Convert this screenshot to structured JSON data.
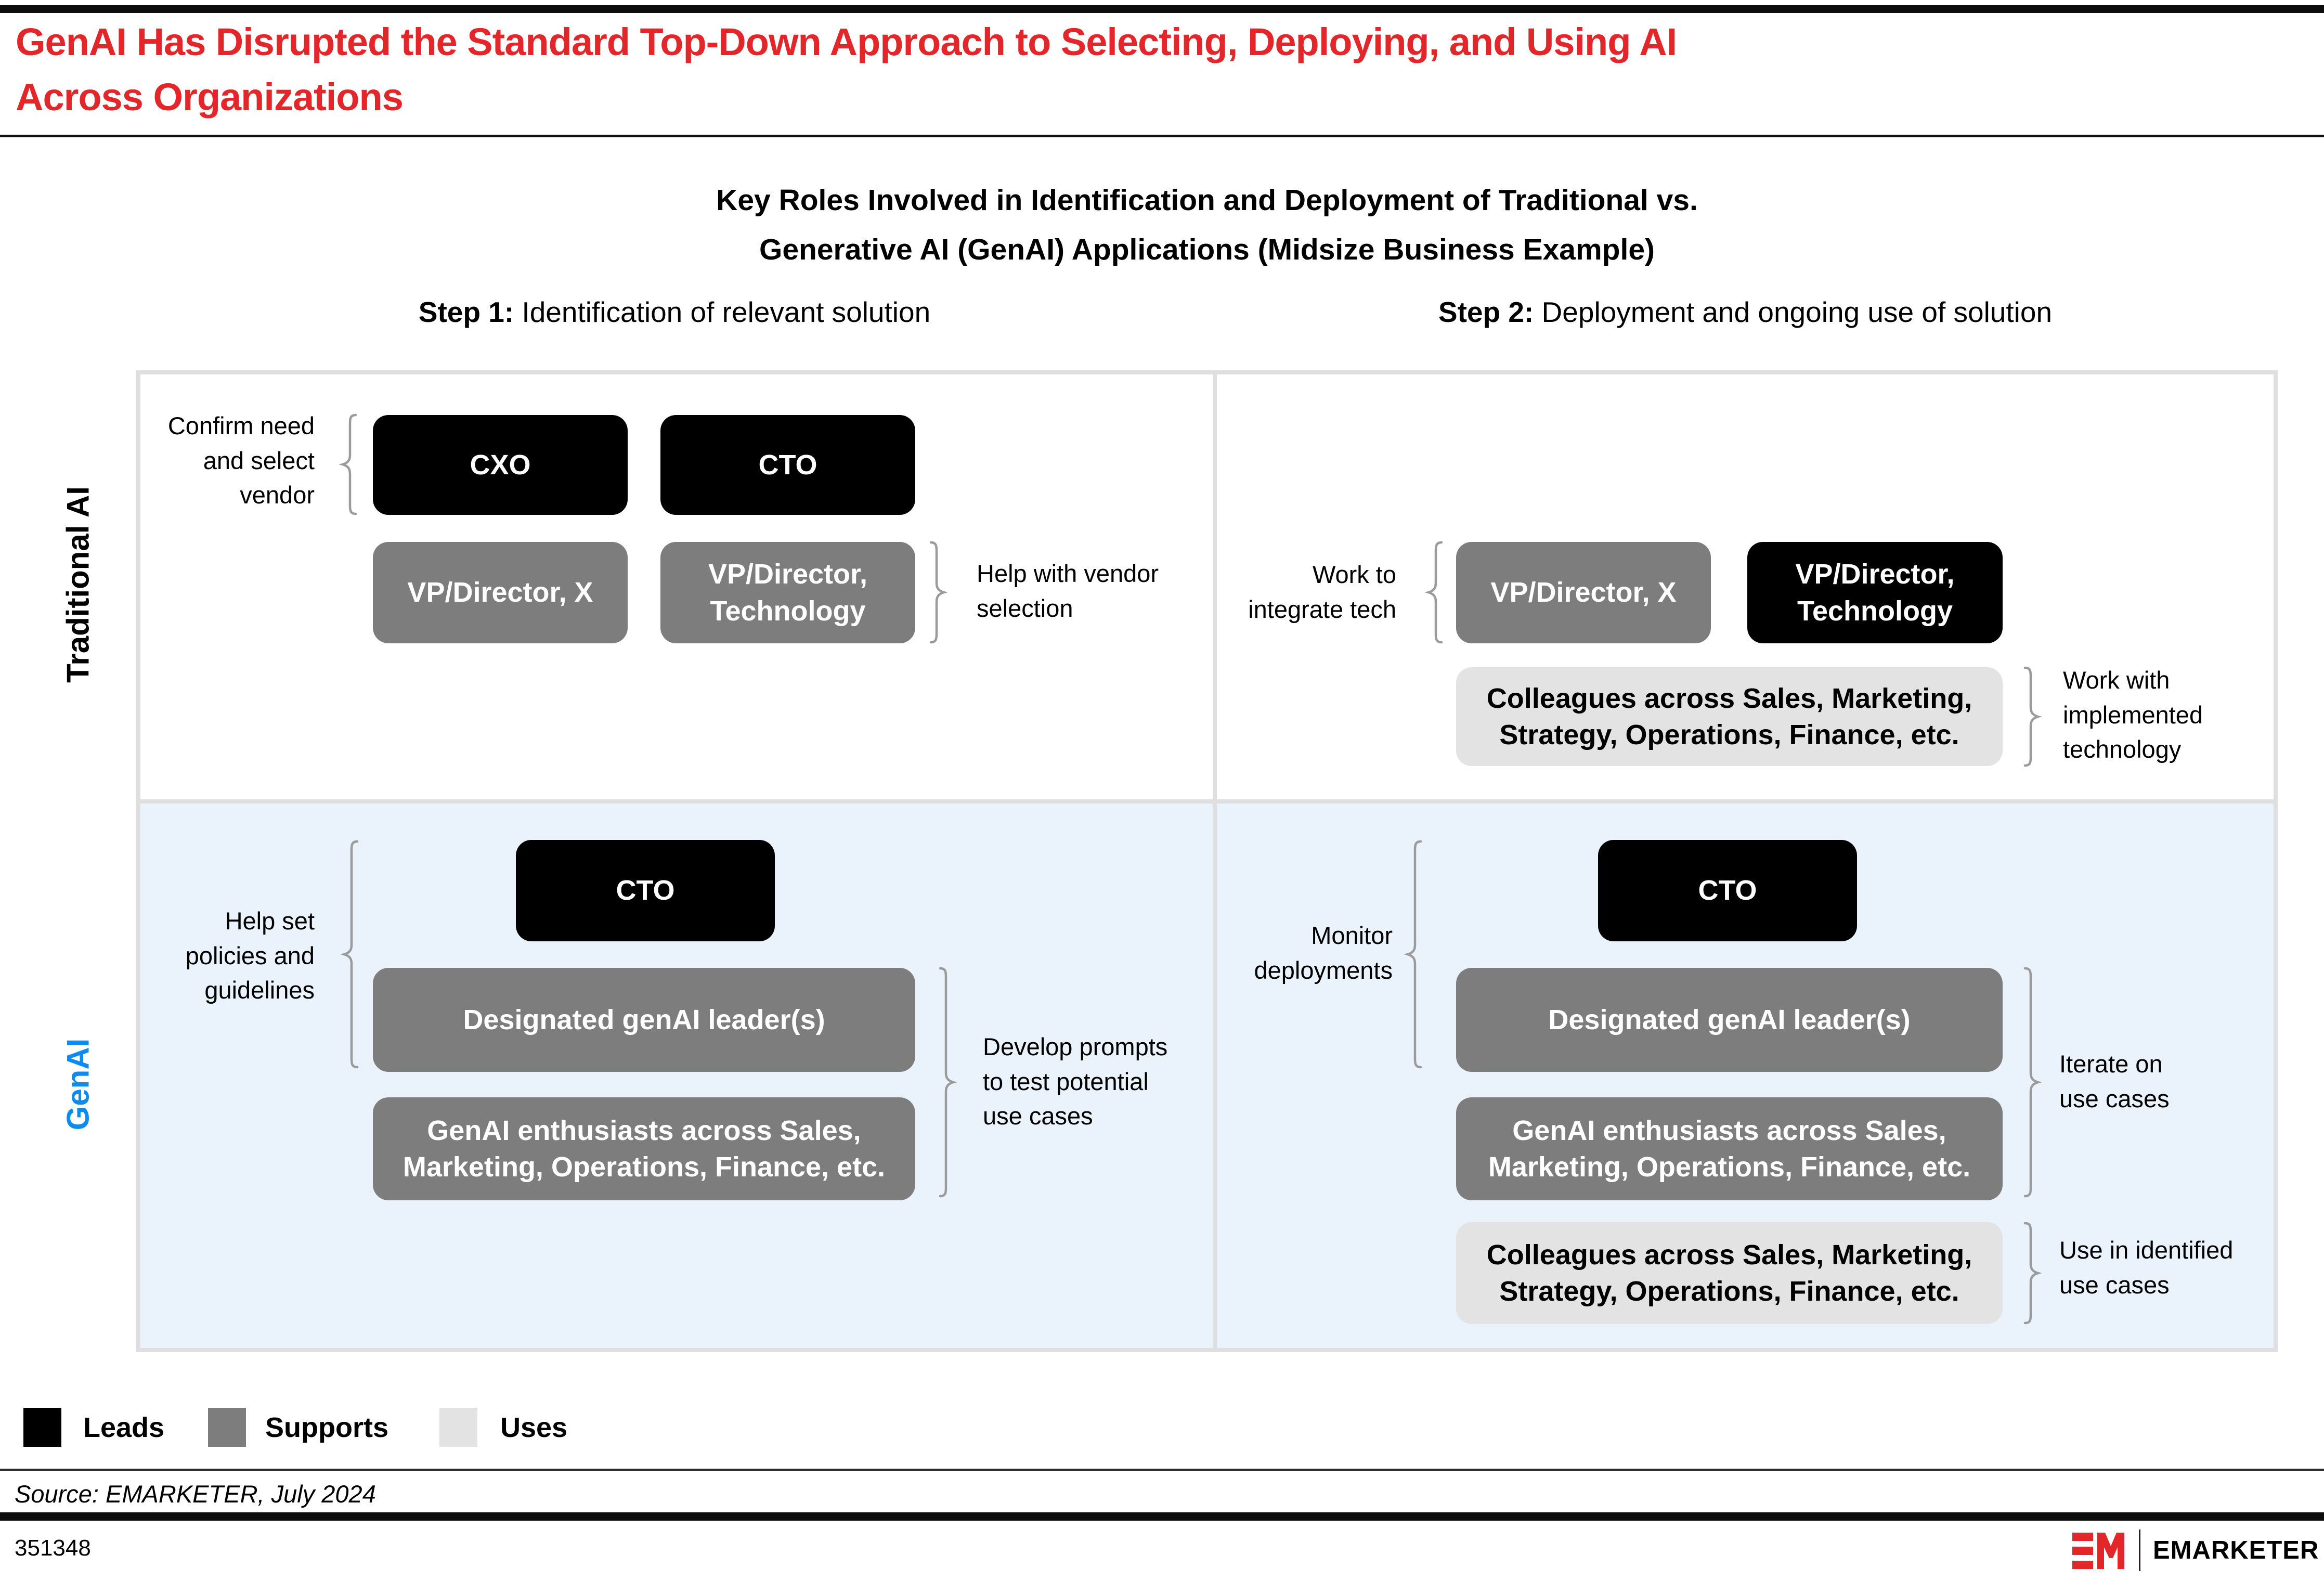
{
  "header": {
    "title_line1": "GenAI Has Disrupted the Standard Top-Down Approach to Selecting, Deploying, and Using AI",
    "title_line2": "Across Organizations"
  },
  "subtitle": {
    "line1": "Key Roles Involved in Identification and Deployment of Traditional vs.",
    "line2": "Generative AI (GenAI) Applications (Midsize Business Example)"
  },
  "steps": [
    {
      "prefix": "Step 1:",
      "label": " Identification of relevant solution"
    },
    {
      "prefix": "Step 2:",
      "label": " Deployment and ongoing use of solution"
    }
  ],
  "rows": [
    {
      "label": "Traditional AI",
      "color": "#000000"
    },
    {
      "label": "GenAI",
      "color": "#0f8bee"
    }
  ],
  "cells": {
    "traditional_step1": {
      "bracket_left": "Confirm need\nand select\nvendor",
      "box_cxo": "CXO",
      "box_cto": "CTO",
      "box_vpx": "VP/Director, X",
      "box_vptech": "VP/Director,\nTechnology",
      "bracket_right": "Help with vendor\nselection"
    },
    "traditional_step2": {
      "bracket_left": "Work to\nintegrate tech",
      "box_vpx": "VP/Director, X",
      "box_vptech": "VP/Director,\nTechnology",
      "box_colleagues": "Colleagues across Sales, Marketing,\nStrategy, Operations, Finance, etc.",
      "bracket_right": "Work with\nimplemented\ntechnology"
    },
    "genai_step1": {
      "bracket_left": "Help set\npolicies and\nguidelines",
      "box_cto": "CTO",
      "box_designated": "Designated genAI leader(s)",
      "box_enthusiasts": "GenAI enthusiasts across Sales,\nMarketing, Operations, Finance, etc.",
      "bracket_right": "Develop prompts\nto test potential\nuse cases"
    },
    "genai_step2": {
      "bracket_left": "Monitor\ndeployments",
      "box_cto": "CTO",
      "box_designated": "Designated genAI leader(s)",
      "box_enthusiasts": "GenAI enthusiasts across Sales,\nMarketing, Operations, Finance, etc.",
      "box_colleagues": "Colleagues across Sales, Marketing,\nStrategy, Operations, Finance, etc.",
      "bracket_right_1": "Iterate on\nuse cases",
      "bracket_right_2": "Use in identified\nuse cases"
    }
  },
  "legend": [
    {
      "label": "Leads",
      "color": "#000000"
    },
    {
      "label": "Supports",
      "color": "#7d7d7d"
    },
    {
      "label": "Uses",
      "color": "#e3e3e3"
    }
  ],
  "footer": {
    "source": "Source: EMARKETER, July 2024",
    "chart_id": "351348",
    "brand": "EMARKETER"
  },
  "colors": {
    "title_red": "#e3262a",
    "logo_red": "#e3262a",
    "genai_blue": "#0f8bee",
    "box_black": "#000000",
    "box_gray": "#7d7d7d",
    "box_light": "#e3e3e3",
    "genai_row_bg": "#eaf2fc"
  }
}
